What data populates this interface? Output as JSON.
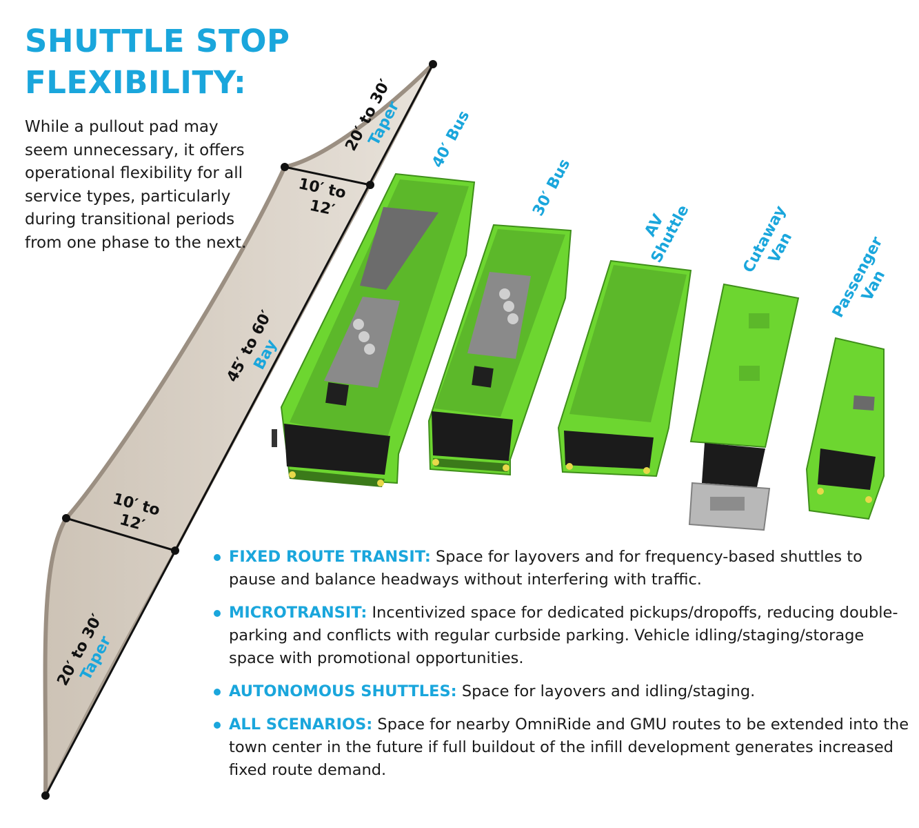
{
  "title": {
    "line1": "SHUTTLE STOP",
    "line2": "FLEXIBILITY:"
  },
  "intro": "While a pullout pad may seem unnecessary, it offers operational flexibility for all service types, particularly during transitional periods from one phase to the next.",
  "dimensions": {
    "top_taper_size": "20′ to 30′",
    "top_taper_label": "Taper",
    "top_width_line1": "10′ to",
    "top_width_line2": "12′",
    "bay_size": "45′ to 60′",
    "bay_label": "Bay",
    "bottom_width_line1": "10′ to",
    "bottom_width_line2": "12′",
    "bottom_taper_size": "20′ to 30′",
    "bottom_taper_label": "Taper"
  },
  "vehicles": [
    {
      "line1": "40′ Bus",
      "line2": ""
    },
    {
      "line1": "30′ Bus",
      "line2": ""
    },
    {
      "line1": "AV",
      "line2": "Shuttle"
    },
    {
      "line1": "Cutaway",
      "line2": "Van"
    },
    {
      "line1": "Passenger",
      "line2": "Van"
    }
  ],
  "bullets": [
    {
      "heading": "FIXED ROUTE TRANSIT:",
      "text": " Space for layovers and for frequency-based shuttles to pause and balance headways without interfering with traffic."
    },
    {
      "heading": "MICROTRANSIT:",
      "text": " Incentivized space for dedicated pickups/dropoffs, reducing double-parking and conflicts with regular curbside parking. Vehicle idling/staging/storage space with promotional opportunities."
    },
    {
      "heading": "AUTONOMOUS SHUTTLES:",
      "text": " Space for layovers and idling/staging."
    },
    {
      "heading": "ALL SCENARIOS:",
      "text": " Space for nearby OmniRide and GMU routes to be extended into the town center in the future if full buildout of the infill development generates increased fixed route demand."
    }
  ],
  "colors": {
    "accent": "#1aa6dc",
    "vehicle_green": "#6dd630",
    "pad": "#ddd5cb"
  }
}
